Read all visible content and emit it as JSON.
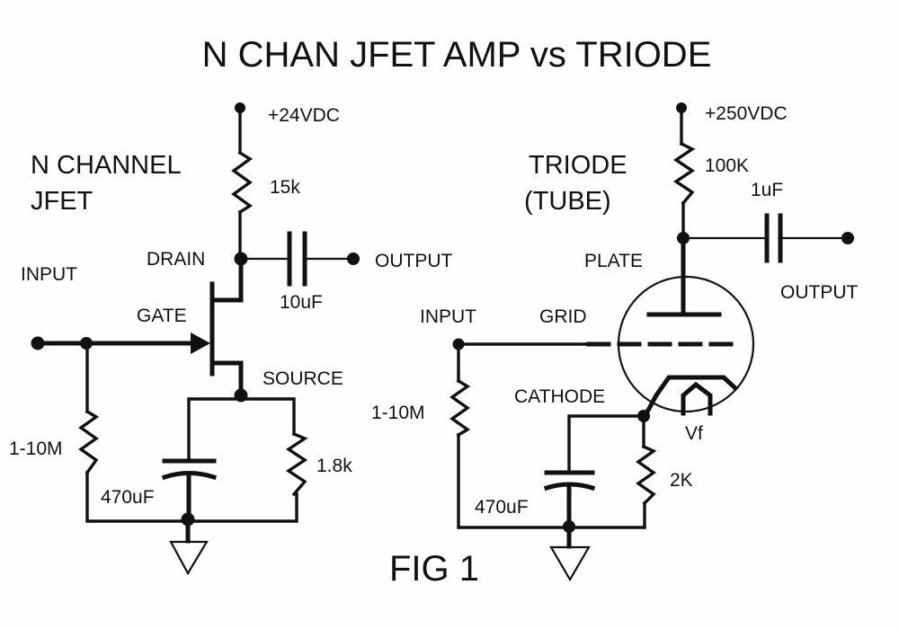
{
  "title": "N CHAN JFET AMP vs TRIODE",
  "figure_label": "FIG 1",
  "jfet_circuit": {
    "heading_line1": "N CHANNEL",
    "heading_line2": "JFET",
    "supply": "+24VDC",
    "drain_resistor": "15k",
    "coupling_cap": "10uF",
    "output": "OUTPUT",
    "input": "INPUT",
    "drain": "DRAIN",
    "gate": "GATE",
    "source": "SOURCE",
    "gate_resistor": "1-10M",
    "bypass_cap": "470uF",
    "source_resistor": "1.8k"
  },
  "triode_circuit": {
    "heading_line1": "TRIODE",
    "heading_line2": "(TUBE)",
    "supply": "+250VDC",
    "plate_resistor": "100K",
    "coupling_cap": "1uF",
    "output": "OUTPUT",
    "plate": "PLATE",
    "input": "INPUT",
    "grid": "GRID",
    "cathode": "CATHODE",
    "grid_resistor": "1-10M",
    "bypass_cap": "470uF",
    "cathode_resistor": "2K",
    "filament": "Vf"
  }
}
